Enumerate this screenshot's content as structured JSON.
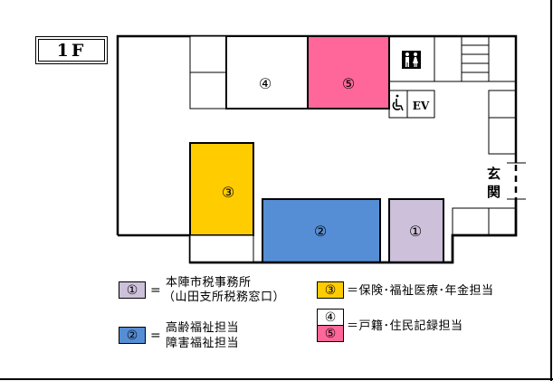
{
  "floor": {
    "label": "1F"
  },
  "plan": {
    "rooms": [
      {
        "id": "1",
        "symbol": "①",
        "color": "#ccc0da"
      },
      {
        "id": "2",
        "symbol": "②",
        "color": "#558ed5"
      },
      {
        "id": "3",
        "symbol": "③",
        "color": "#ffcc00"
      },
      {
        "id": "4",
        "symbol": "④",
        "color": "#ffffff"
      },
      {
        "id": "5",
        "symbol": "⑤",
        "color": "#ff6699"
      }
    ],
    "elevator_label": "EV",
    "entrance_chars": [
      "玄",
      "関"
    ],
    "icons": [
      "restroom-icon",
      "wheelchair-icon",
      "stairs"
    ]
  },
  "legend": {
    "item1": {
      "symbol": "①",
      "eq": "=",
      "lines": [
        "本陣市税事務所",
        "（山田支所税務窓口）"
      ]
    },
    "item2": {
      "symbol": "②",
      "eq": "=",
      "lines": [
        "高齢福祉担当",
        "障害福祉担当"
      ]
    },
    "item3": {
      "symbol": "③",
      "text": "＝保険･福祉医療･年金担当"
    },
    "item45": {
      "symbol_top": "④",
      "symbol_bottom": "⑤",
      "text": "＝戸籍･住民記録担当"
    }
  }
}
